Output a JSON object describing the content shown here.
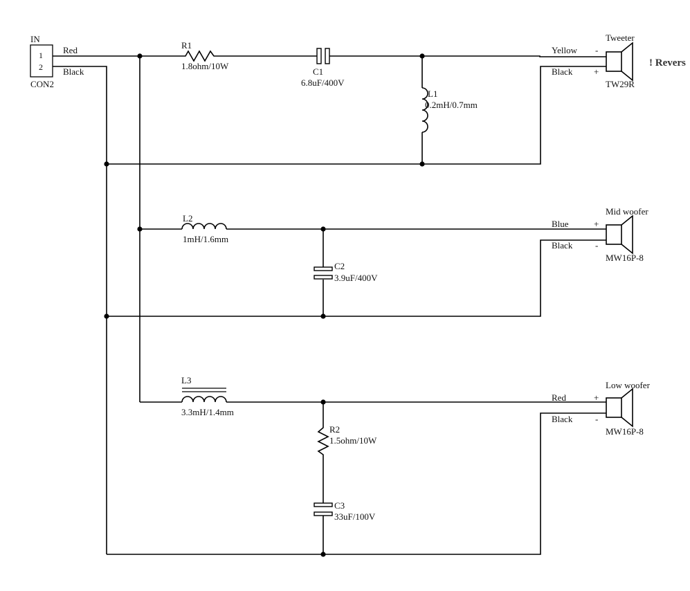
{
  "connector": {
    "name": "IN",
    "ref": "CON2",
    "pin1": "1",
    "pin2": "2",
    "wire1": "Red",
    "wire2": "Black"
  },
  "tweeter": {
    "r1_ref": "R1",
    "r1_val": "1.8ohm/10W",
    "c1_ref": "C1",
    "c1_val": "6.8uF/400V",
    "l1_ref": "L1",
    "l1_val": "0.2mH/0.7mm",
    "wire_a": "Yellow",
    "wire_b": "Black",
    "pol_a": "-",
    "pol_b": "+",
    "title": "Tweeter",
    "model": "TW29R",
    "note": "! Revers"
  },
  "mid": {
    "l2_ref": "L2",
    "l2_val": "1mH/1.6mm",
    "c2_ref": "C2",
    "c2_val": "3.9uF/400V",
    "wire_a": "Blue",
    "wire_b": "Black",
    "pol_a": "+",
    "pol_b": "-",
    "title": "Mid woofer",
    "model": "MW16P-8"
  },
  "low": {
    "l3_ref": "L3",
    "l3_val": "3.3mH/1.4mm",
    "r2_ref": "R2",
    "r2_val": "1.5ohm/10W",
    "c3_ref": "C3",
    "c3_val": "33uF/100V",
    "wire_a": "Red",
    "wire_b": "Black",
    "pol_a": "+",
    "pol_b": "-",
    "title": "Low woofer",
    "model": "MW16P-8"
  }
}
